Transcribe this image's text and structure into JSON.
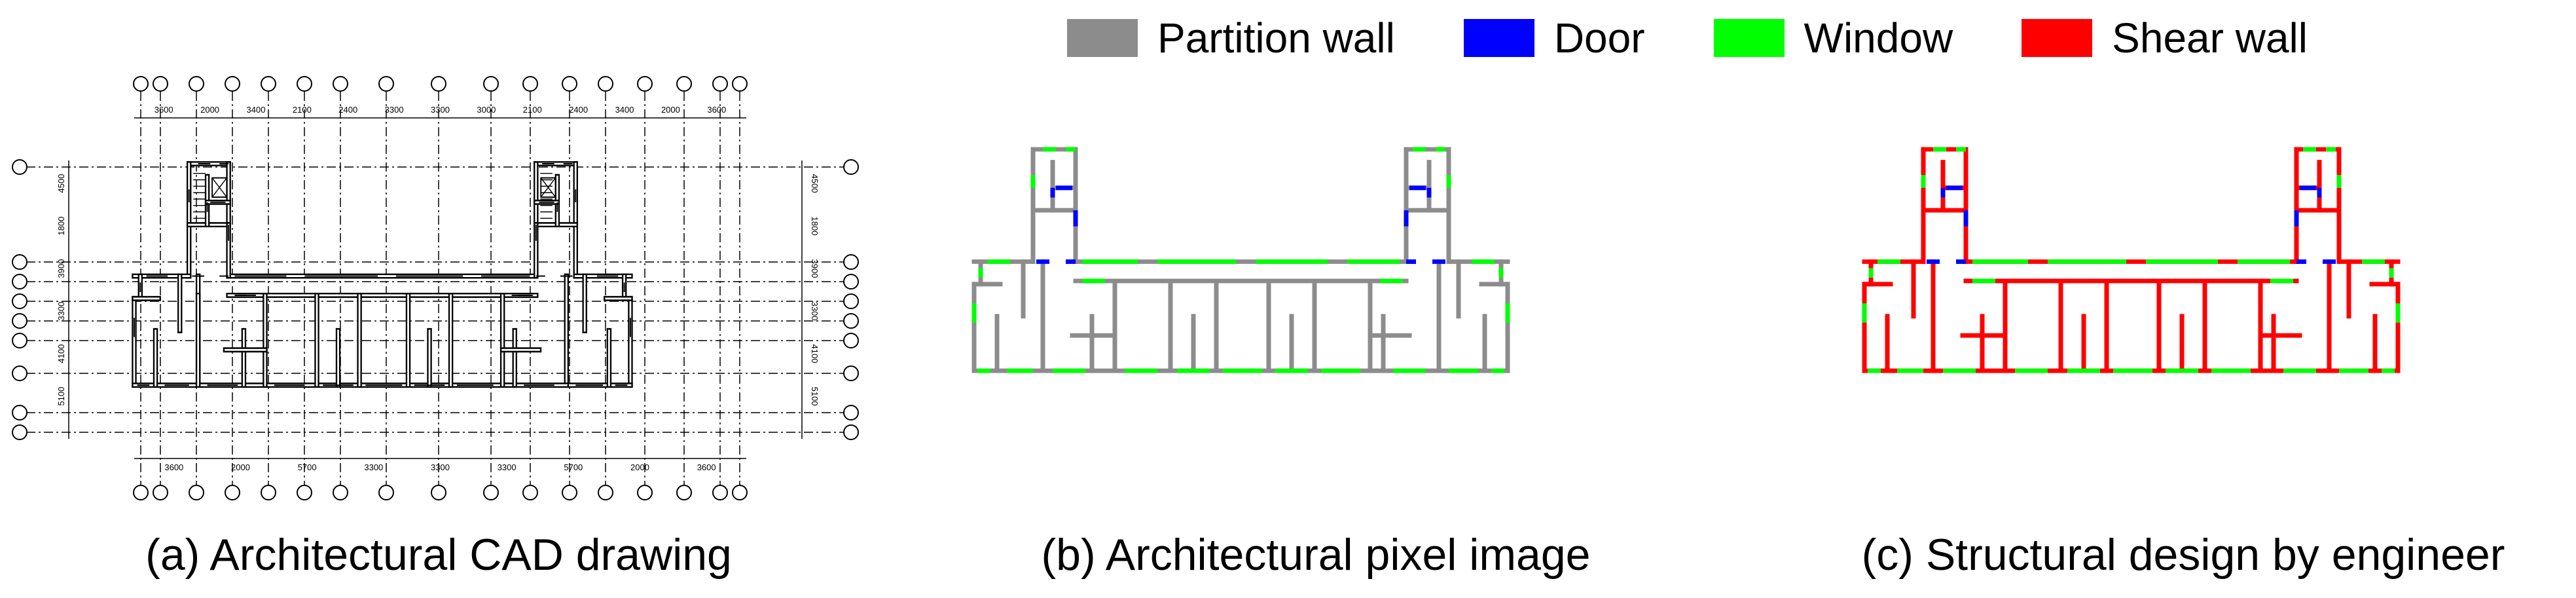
{
  "legend": [
    {
      "label": "Partition wall",
      "color": "#8c8c8c",
      "icon": "partition-wall-swatch"
    },
    {
      "label": "Door",
      "color": "#0000ff",
      "icon": "door-swatch"
    },
    {
      "label": "Window",
      "color": "#00ff00",
      "icon": "window-swatch"
    },
    {
      "label": "Shear wall",
      "color": "#ff0000",
      "icon": "shear-wall-swatch"
    }
  ],
  "captions": {
    "a": "(a) Architectural CAD drawing",
    "b": "(b) Architectural pixel image",
    "c": "(c) Structural design by engineer"
  },
  "cad": {
    "dims_top": [
      "3600",
      "2000",
      "3400",
      "2100",
      "2400",
      "3300",
      "3300",
      "3000",
      "2100",
      "2400",
      "3400",
      "2000",
      "3600"
    ],
    "dims_bottom": [
      "3600",
      "2000",
      "5700",
      "3300",
      "3300",
      "3300",
      "5700",
      "2000",
      "3600"
    ],
    "dims_side": [
      "4500",
      "1800",
      "3900",
      "3300",
      "4100",
      "5100"
    ]
  },
  "colors": {
    "partition": "#8c8c8c",
    "door": "#0000ff",
    "window": "#00ff00",
    "shear": "#ff0000",
    "cad_line": "#000000"
  }
}
